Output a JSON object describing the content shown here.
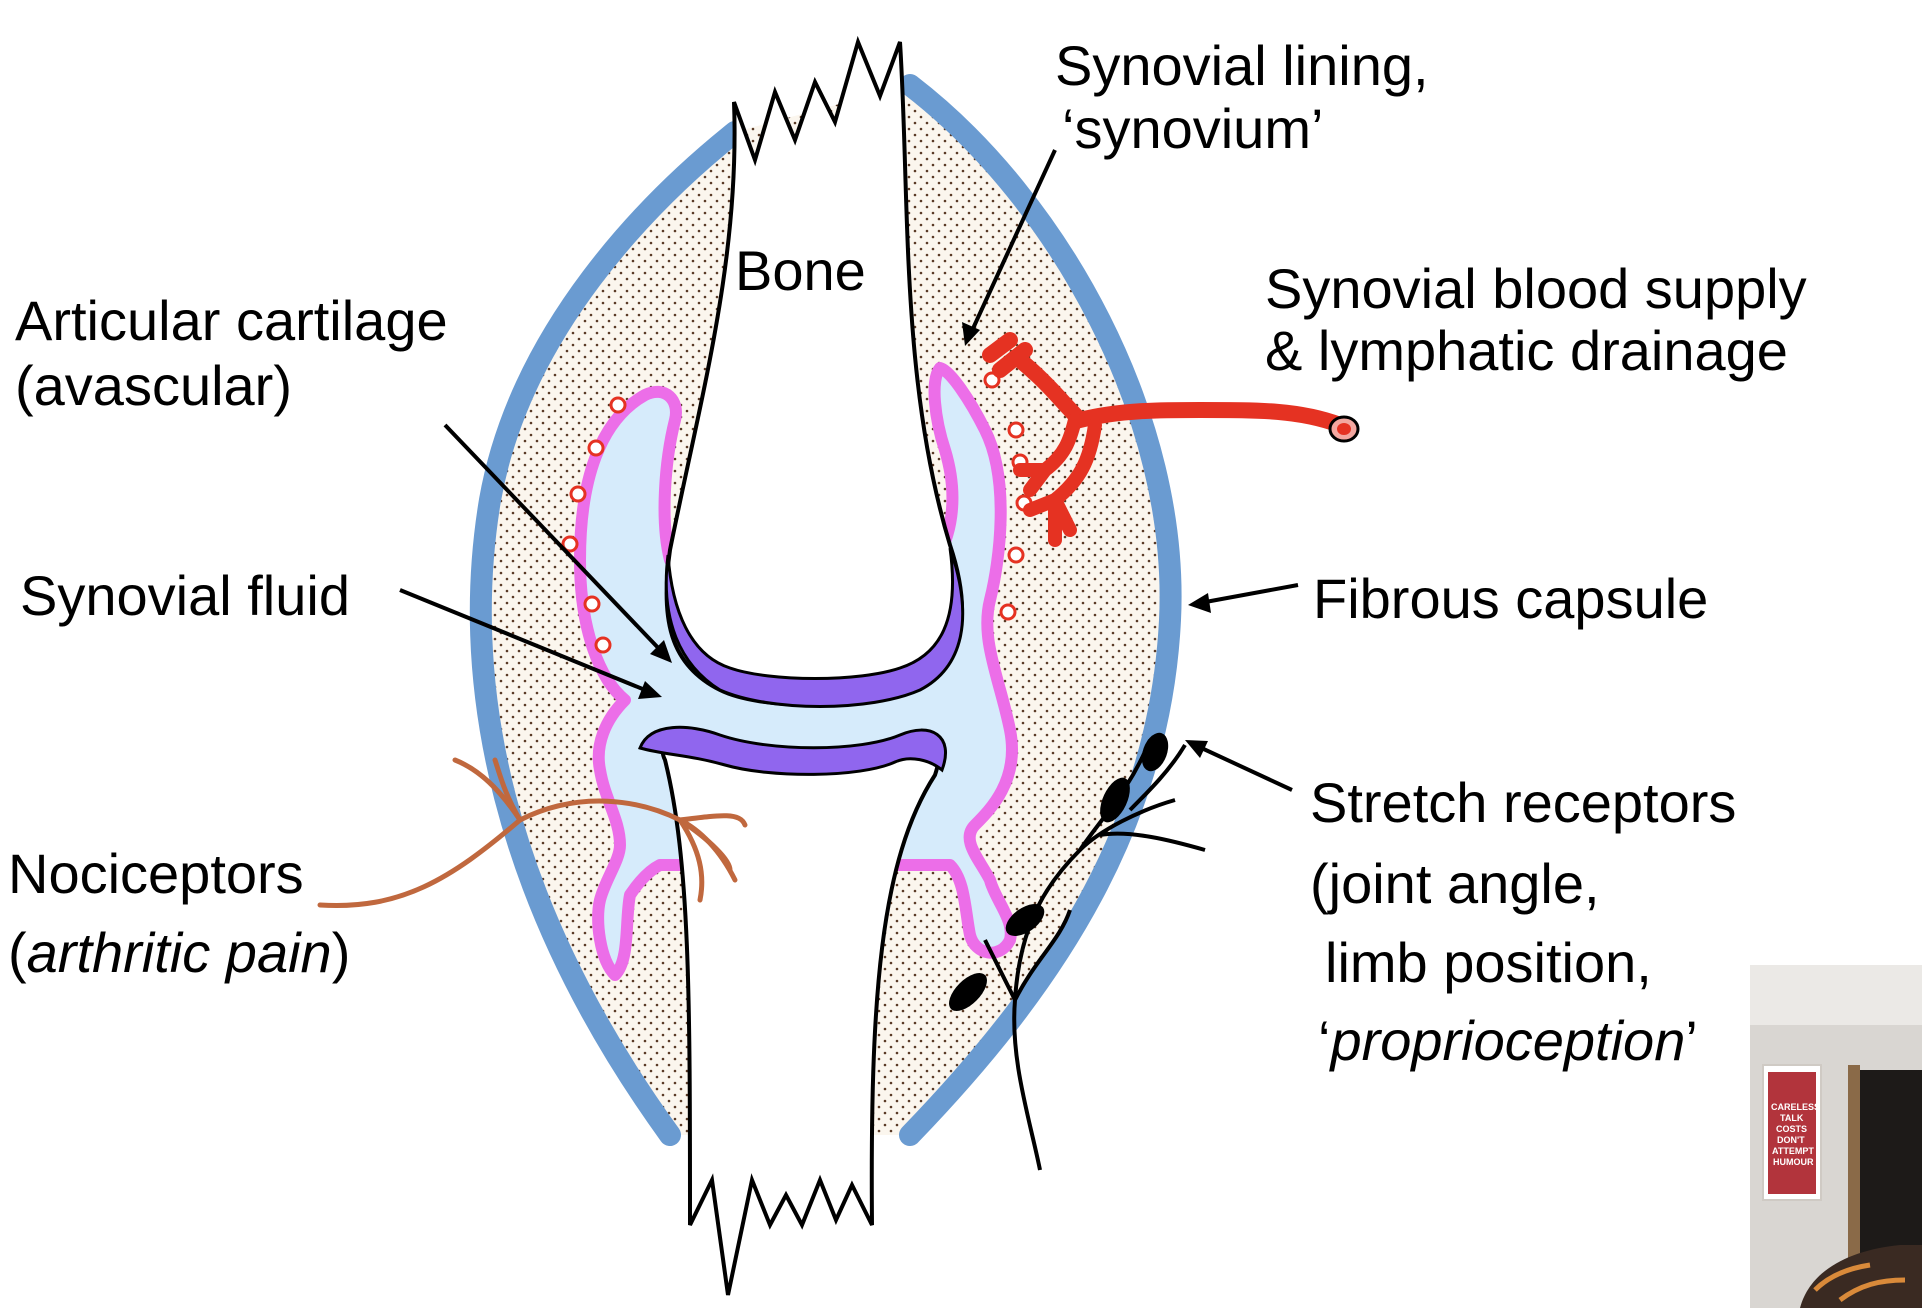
{
  "diagram": {
    "bone": "Bone",
    "synovial_lining": [
      "Synovial lining,",
      "‘synovium’"
    ],
    "blood_supply": [
      "Synovial blood supply",
      "& lymphatic drainage"
    ],
    "articular_cartilage": [
      "Articular cartilage",
      "(avascular)"
    ],
    "synovial_fluid": "Synovial fluid",
    "fibrous_capsule": "Fibrous capsule",
    "stretch_receptors": {
      "line1": "Stretch receptors",
      "line2": "(joint angle,",
      "line3": "limb position,",
      "open_quote": "‘",
      "line4_italic": "proprioception",
      "close_quote": "’"
    },
    "nociceptors": {
      "line1": "Nociceptors",
      "open_paren": "(",
      "line2_italic": "arthritic pain",
      "close_paren": ")"
    }
  },
  "webcam": {
    "poster_lines": [
      "CARELESS",
      "TALK",
      "COSTS",
      "DON'T",
      "ATTEMPT",
      "HUMOUR"
    ]
  },
  "colors": {
    "capsule": "#6a9bd1",
    "synovium": "#ec6ee8",
    "fluid": "#d6ebfb",
    "cartilage": "#9066ee",
    "vessel": "#e53222",
    "nerve": "#c0683e"
  }
}
